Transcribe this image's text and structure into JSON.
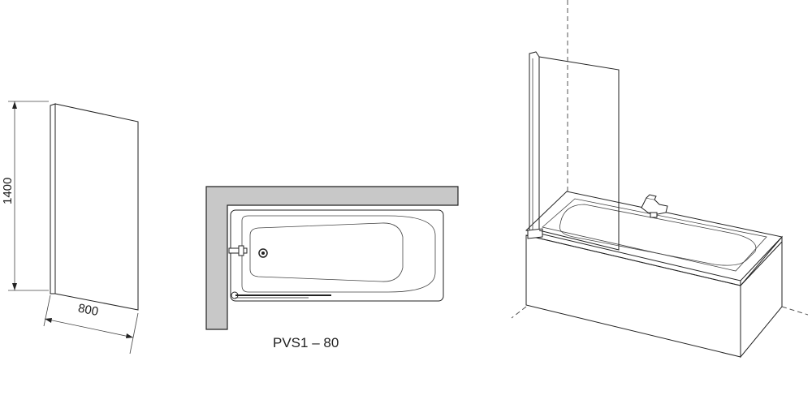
{
  "drawing": {
    "height_label": "1400",
    "width_label": "800",
    "model_label": "PVS1 – 80"
  },
  "colors": {
    "wall": "#c8c8c8",
    "line": "#222222",
    "background": "#ffffff"
  }
}
